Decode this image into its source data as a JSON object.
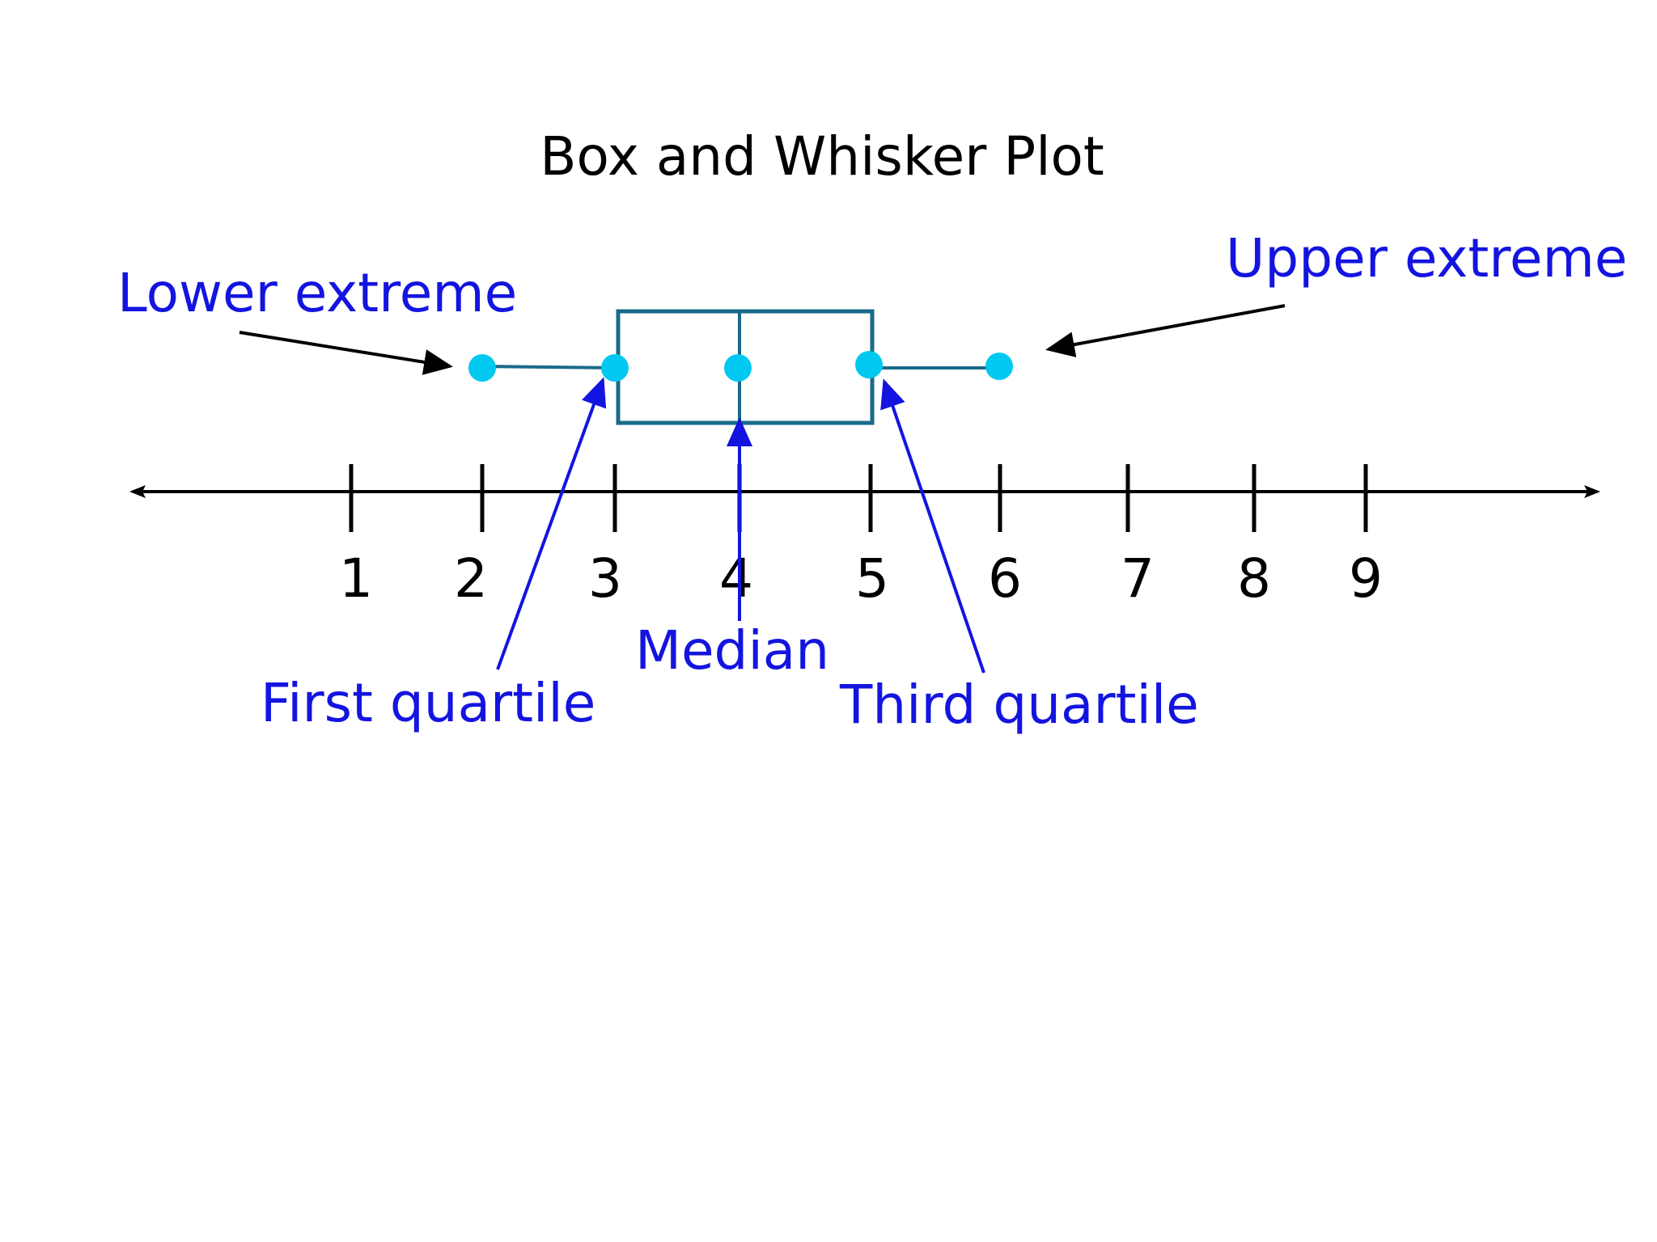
{
  "title": "Box and Whisker Plot",
  "colors": {
    "axis": "#000000",
    "box": "#1a6a8a",
    "points": "#00c8f0",
    "labels": "#1414e0",
    "side_arrows": "#000000"
  },
  "icons": {
    "axis_ends": "arrowhead-icon",
    "callout_pointers": "arrow-icon"
  },
  "chart_data": {
    "type": "box",
    "axis": {
      "ticks": [
        1,
        2,
        3,
        4,
        5,
        6,
        7,
        8,
        9
      ],
      "tick_labels": [
        "1",
        "2",
        "3",
        "4",
        "5",
        "6",
        "7",
        "8",
        "9"
      ],
      "arrows_both_ends": true
    },
    "box": {
      "lower_extreme": 2,
      "first_quartile": 3,
      "median": 4,
      "third_quartile": 5,
      "upper_extreme": 6
    },
    "annotations": {
      "lower_extreme": "Lower extreme",
      "upper_extreme": "Upper extreme",
      "first_quartile": "First quartile",
      "median": "Median",
      "third_quartile": "Third quartile"
    }
  }
}
